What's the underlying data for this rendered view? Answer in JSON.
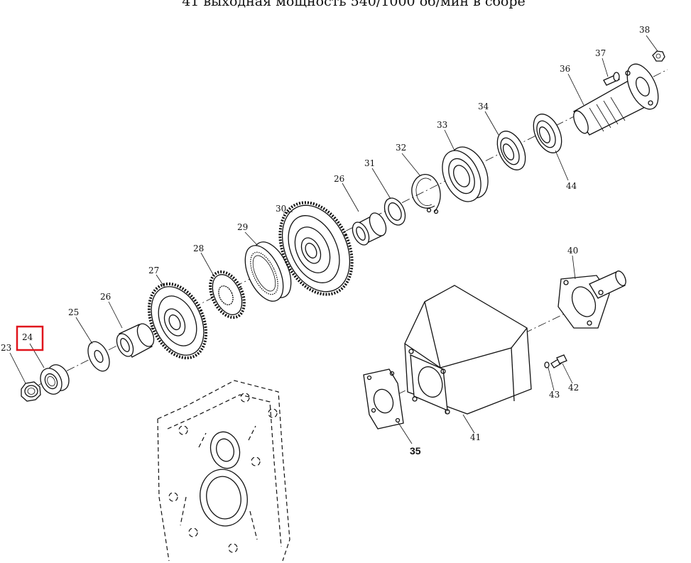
{
  "title": "41 выходная мощность 540/1000 об/мин в сборе",
  "highlight_color": "#e0141c",
  "labels": {
    "p23": "23",
    "p24": "24",
    "p25": "25",
    "p26a": "26",
    "p27": "27",
    "p28": "28",
    "p29": "29",
    "p30": "30",
    "p26b": "26",
    "p31": "31",
    "p32": "32",
    "p33": "33",
    "p34": "34",
    "p44": "44",
    "p36": "36",
    "p37": "37",
    "p38": "38",
    "p40": "40",
    "p41": "41",
    "p42": "42",
    "p43": "43",
    "p35": "35"
  }
}
